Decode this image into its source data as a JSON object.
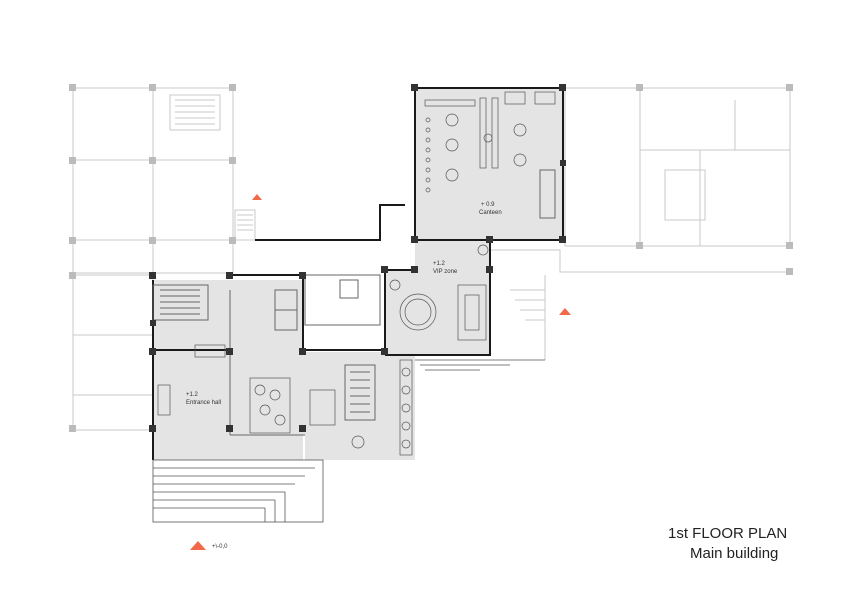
{
  "title": {
    "main": "1st FLOOR PLAN",
    "sub": "Main building"
  },
  "rooms": [
    {
      "name": "Canteen",
      "level": "+ 0.9"
    },
    {
      "name": "VIP zone",
      "level": "+1.2"
    },
    {
      "name": "Entrance hall",
      "level": "+1.2"
    }
  ],
  "levels": {
    "ground": "+\\-0,0"
  },
  "colors": {
    "wall_dark": "#1a1a1a",
    "wall_light": "#c8c8c8",
    "floor_fill": "#e4e4e4",
    "column": "#333333",
    "marker": "#f06a4a"
  },
  "icons": [
    "section-marker-triangle",
    "round-table",
    "tree-symbol",
    "stair"
  ]
}
